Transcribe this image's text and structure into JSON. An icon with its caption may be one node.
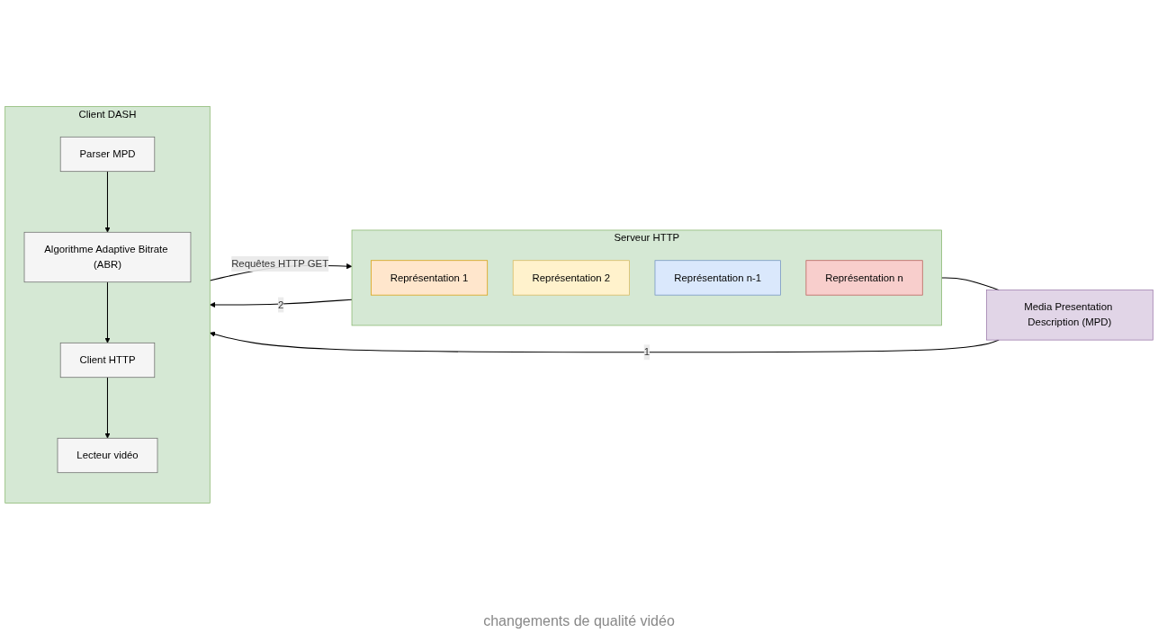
{
  "diagram": {
    "nodes": [
      {
        "text": [
          "Serveur HTTP"
        ]
      },
      {
        "text": [
          "Représentation 1"
        ],
        "in": 0
      },
      {
        "text": [
          "Représentation 2"
        ],
        "in": 0
      },
      {
        "text": [
          "Représentation n-1"
        ],
        "in": 0
      },
      {
        "text": [
          "Représentation n"
        ],
        "in": 0
      },
      {
        "text": [
          "Media Presentation Description (MPD)"
        ]
      },
      {
        "text": [
          "Client DASH"
        ]
      },
      {
        "text": [
          "Parser MPD"
        ],
        "in": 6
      },
      {
        "text": [
          "Algorithme Adaptive Bitrate (ABR)"
        ],
        "in": 6
      },
      {
        "text": [
          "Client HTTP"
        ],
        "in": 6
      },
      {
        "text": [
          "Lecteur vidéo"
        ],
        "in": 6
      }
    ],
    "edges": [
      {
        "from": 0,
        "to": 5,
        "arrow": "none"
      },
      {
        "from": 5,
        "to": 6,
        "arrow": "to",
        "label": "1"
      },
      {
        "from": 0,
        "to": 6,
        "arrow": "to",
        "label": "2"
      },
      {
        "from": 7,
        "to": 8,
        "arrow": "to"
      },
      {
        "from": 8,
        "to": 9,
        "arrow": "to"
      },
      {
        "from": 9,
        "to": 10,
        "arrow": "to"
      },
      {
        "from": 6,
        "to": 0,
        "arrow": "to",
        "label": "Requêtes HTTP GET"
      }
    ],
    "labels": [
      "changements de qualité vidéo"
    ]
  }
}
